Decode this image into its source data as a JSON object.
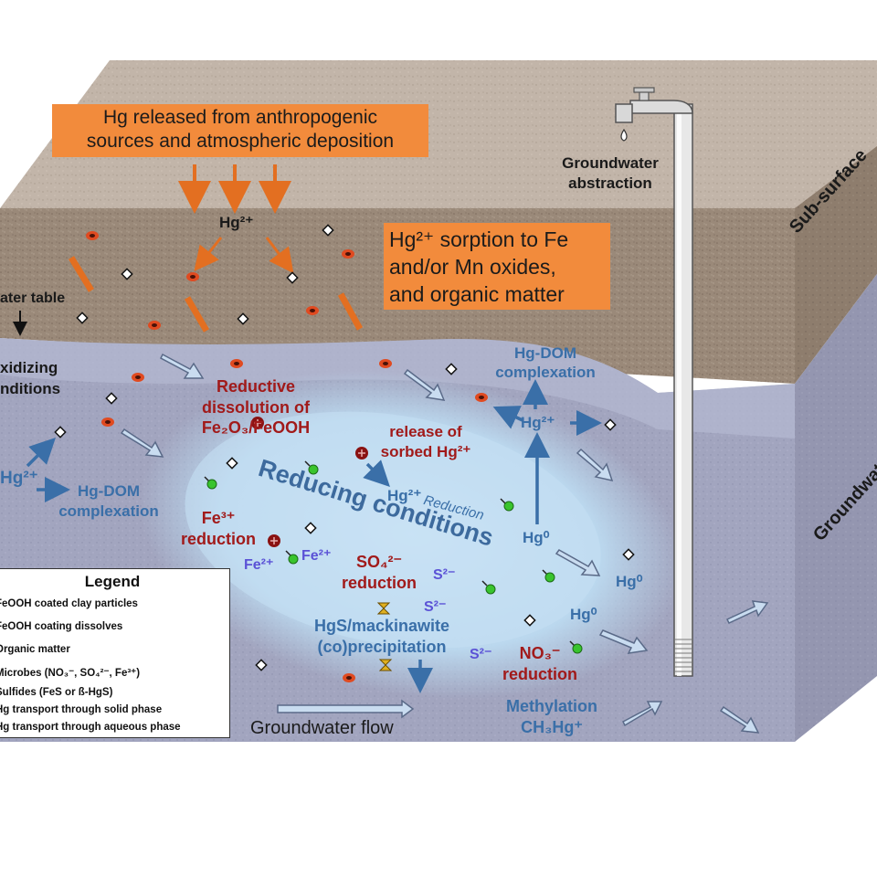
{
  "labels": {
    "hg_release": "Hg released from anthropogenic sources and atmospheric deposition",
    "hg_release_line1": "Hg released from anthropogenic",
    "hg_release_line2": "sources and atmospheric deposition",
    "hg2_top": "Hg²⁺",
    "sorption_line1": "Hg²⁺ sorption to Fe",
    "sorption_line2": "and/or Mn oxides,",
    "sorption_line3": "and organic matter",
    "groundwater_abstraction_line1": "Groundwater",
    "groundwater_abstraction_line2": "abstraction",
    "sub_surface": "Sub-surface",
    "groundwater_side": "Groundwater",
    "water_table": "ater table",
    "oxidizing_line1": "xidizing",
    "oxidizing_line2": "nditions",
    "reductive_line1": "Reductive",
    "reductive_line2": "dissolution of",
    "reductive_line3": "Fe₂O₃/FeOOH",
    "release_line1": "release of",
    "release_line2": "sorbed Hg²⁺",
    "hg_dom_top_line1": "Hg-DOM",
    "hg_dom_top_line2": "complexation",
    "hg2_right": "Hg²⁺",
    "hg2_left": "Hg²⁺",
    "hg_dom_left_line1": "Hg-DOM",
    "hg_dom_left_line2": "complexation",
    "reducing_conditions": "Reducing conditions",
    "hg2_reduction_ion": "Hg²⁺",
    "reduction_italic": "Reduction",
    "fe3_line1": "Fe³⁺",
    "fe3_line2": "reduction",
    "fe2_a": "Fe²⁺",
    "fe2_b": "Fe²⁺",
    "so4_line1": "SO₄²⁻",
    "so4_line2": "reduction",
    "s2_a": "S²⁻",
    "s2_b": "S²⁻",
    "s2_c": "S²⁻",
    "hgs_line1": "HgS/mackinawite",
    "hgs_line2": "(co)precipitation",
    "hg0_a": "Hg⁰",
    "hg0_b": "Hg⁰",
    "hg0_c": "Hg⁰",
    "no3_line1": "NO₃⁻",
    "no3_line2": "reduction",
    "methylation_line1": "Methylation",
    "methylation_line2": "CH₃Hg⁺",
    "groundwater_flow": "Groundwater flow"
  },
  "legend": {
    "title": "Legend",
    "items": [
      "FeOOH coated clay particles",
      "FeOOH coating dissolves",
      "Organic matter",
      "Microbes (NO₃⁻, SO₄²⁻, Fe³⁺)",
      "Sulfides (FeS or ß-HgS)",
      "Hg transport through solid phase",
      "Hg transport through aqueous phase"
    ]
  },
  "colors": {
    "soil": "#9b8a79",
    "top_surface": "#c3b6aa",
    "aquifer": "#a2a6c0",
    "reducing_zone": "#bcdaf0",
    "orange_box": "#f28b3c",
    "red_text": "#a11a1a",
    "blue_text": "#3a6fa8",
    "violet_text": "#5b52d6"
  }
}
